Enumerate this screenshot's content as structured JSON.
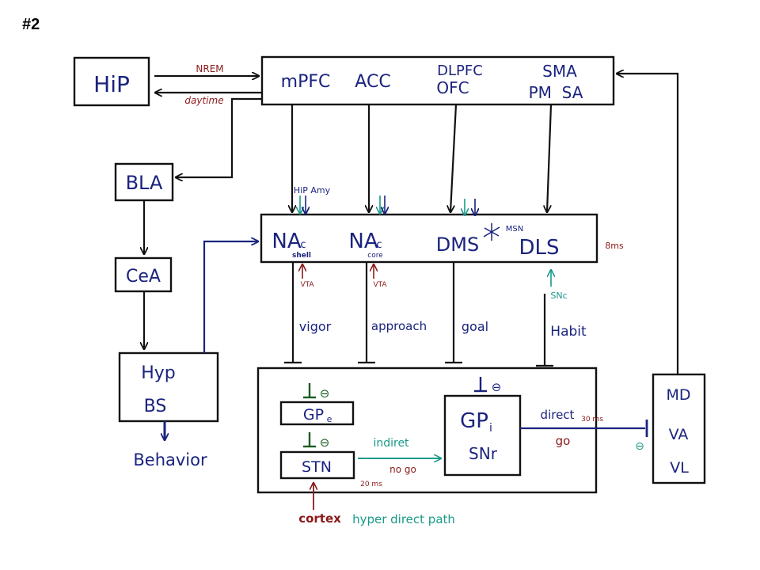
{
  "slide": {
    "number": "#2"
  },
  "nodes": {
    "hip": "HiP",
    "cortex_top": {
      "a": "mPFC",
      "b": "ACC",
      "c1": "DLPFC",
      "c2": "OFC",
      "d1": "SMA",
      "d2": "PM  SA"
    },
    "bla": "BLA",
    "cea": "CeA",
    "hyp": "Hyp",
    "bs": "BS",
    "behavior": "Behavior",
    "striatum": {
      "nac_shell": "NA",
      "nac_shell_sub": "c",
      "shell_label": "shell",
      "nac_core": "NA",
      "nac_core_sub": "c",
      "core_label": "core",
      "dms": "DMS",
      "dls": "DLS",
      "msn": "MSN"
    },
    "gpe": "GP",
    "gpe_sub": "e",
    "stn": "STN",
    "gpi": "GP",
    "gpi_sub": "i",
    "snr": "SNr",
    "thal": {
      "md": "MD",
      "va": "VA",
      "vl": "VL"
    }
  },
  "labels": {
    "nrem": "NREM",
    "daytime": "daytime",
    "hip_amy": "HiP Amy",
    "ms8": "8ms",
    "vta1": "VTA",
    "vta2": "VTA",
    "snc": "SNc",
    "vigor": "vigor",
    "approach": "approach",
    "goal": "goal",
    "habit": "Habit",
    "theta": "⊖",
    "indiret": "indiret",
    "no_go": "no go",
    "ms20": "20 ms",
    "direct": "direct",
    "ms30": "30 ms",
    "go": "go",
    "cortex": "cortex",
    "hyper": "hyper direct path"
  },
  "colors": {
    "ink": "#111111",
    "blue": "#1a237e",
    "red": "#8b1a1a",
    "teal": "#1a9a88"
  }
}
